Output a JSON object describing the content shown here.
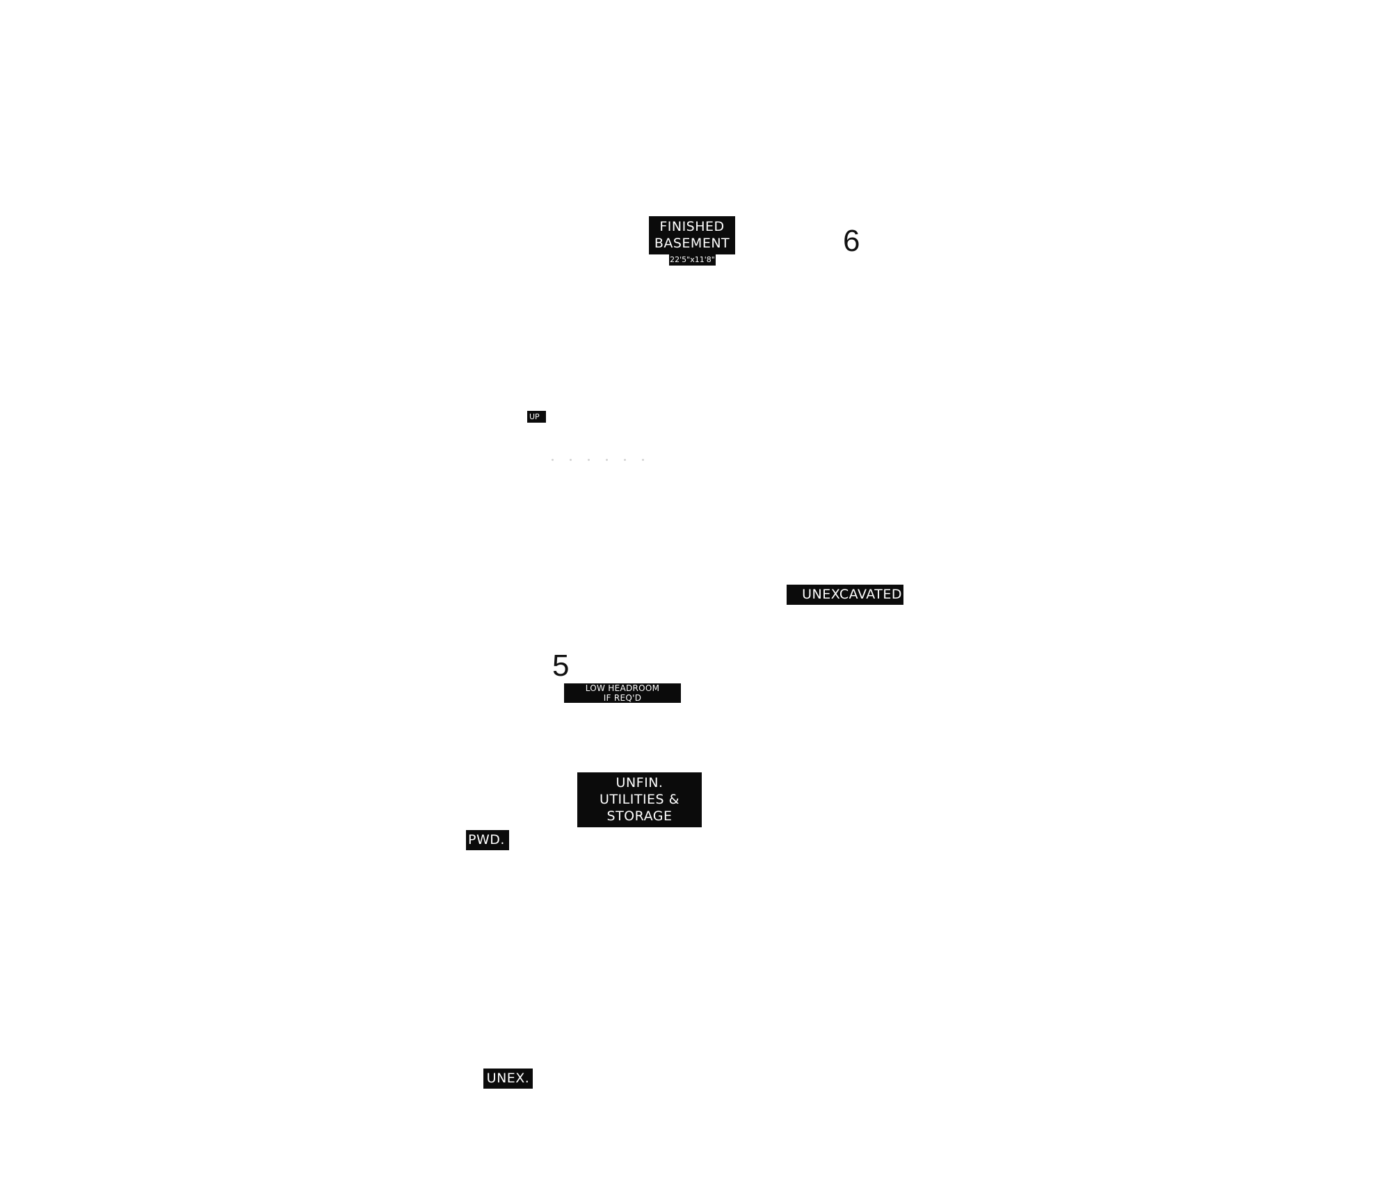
{
  "floor_plan": {
    "rooms": {
      "finished_basement": {
        "name_line1": "FINISHED",
        "name_line2": "BASEMENT",
        "dimensions": "22'5\"x11'8\""
      },
      "unexcavated": {
        "name": "UNEXCAVATED"
      },
      "low_headroom": {
        "line1": "LOW HEADROOM",
        "line2": "IF REQ'D"
      },
      "unfinished_utilities": {
        "line1": "UNFIN.",
        "line2": "UTILITIES &",
        "line3": "STORAGE"
      },
      "powder_room": {
        "name": "PWD."
      },
      "unexcavated_short": {
        "name": "UNEX."
      }
    },
    "stairs": {
      "label": "UP"
    },
    "markers": {
      "six": "6",
      "five": "5"
    },
    "colors": {
      "label_background": "#0b0b0b",
      "label_text": "#ffffff",
      "marker_text": "#111111",
      "page_background": "#ffffff"
    }
  }
}
